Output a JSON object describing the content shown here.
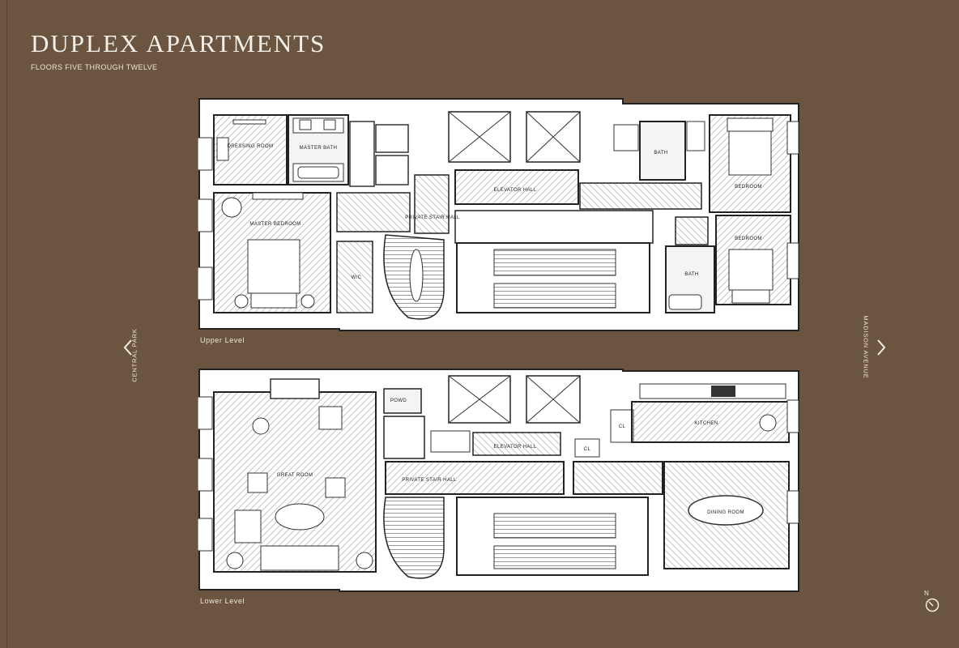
{
  "title": "DUPLEX APARTMENTS",
  "subtitle": "FLOORS FIVE THROUGH TWELVE",
  "levels": {
    "upper": "Upper Level",
    "lower": "Lower Level"
  },
  "sides": {
    "west": "CENTRAL PARK",
    "east": "MADISON AVENUE"
  },
  "compass": "N",
  "rooms_upper": {
    "dressing": "DRESSING ROOM",
    "master_bath": "MASTER BATH",
    "master_bedroom": "MASTER BEDROOM",
    "wic": "W/C",
    "private_stair": "PRIVATE STAIR HALL",
    "elevator_hall": "ELEVATOR HALL",
    "bath1": "BATH",
    "bedroom1": "BEDROOM",
    "bedroom2": "BEDROOM",
    "bath2": "BATH"
  },
  "rooms_lower": {
    "powder": "POWD",
    "great_room": "GREAT ROOM",
    "private_stair": "PRIVATE STAIR HALL",
    "elevator_hall": "ELEVATOR HALL",
    "cl1": "CL",
    "cl2": "CL",
    "kitchen": "KITCHEN",
    "dining": "DINING ROOM"
  }
}
